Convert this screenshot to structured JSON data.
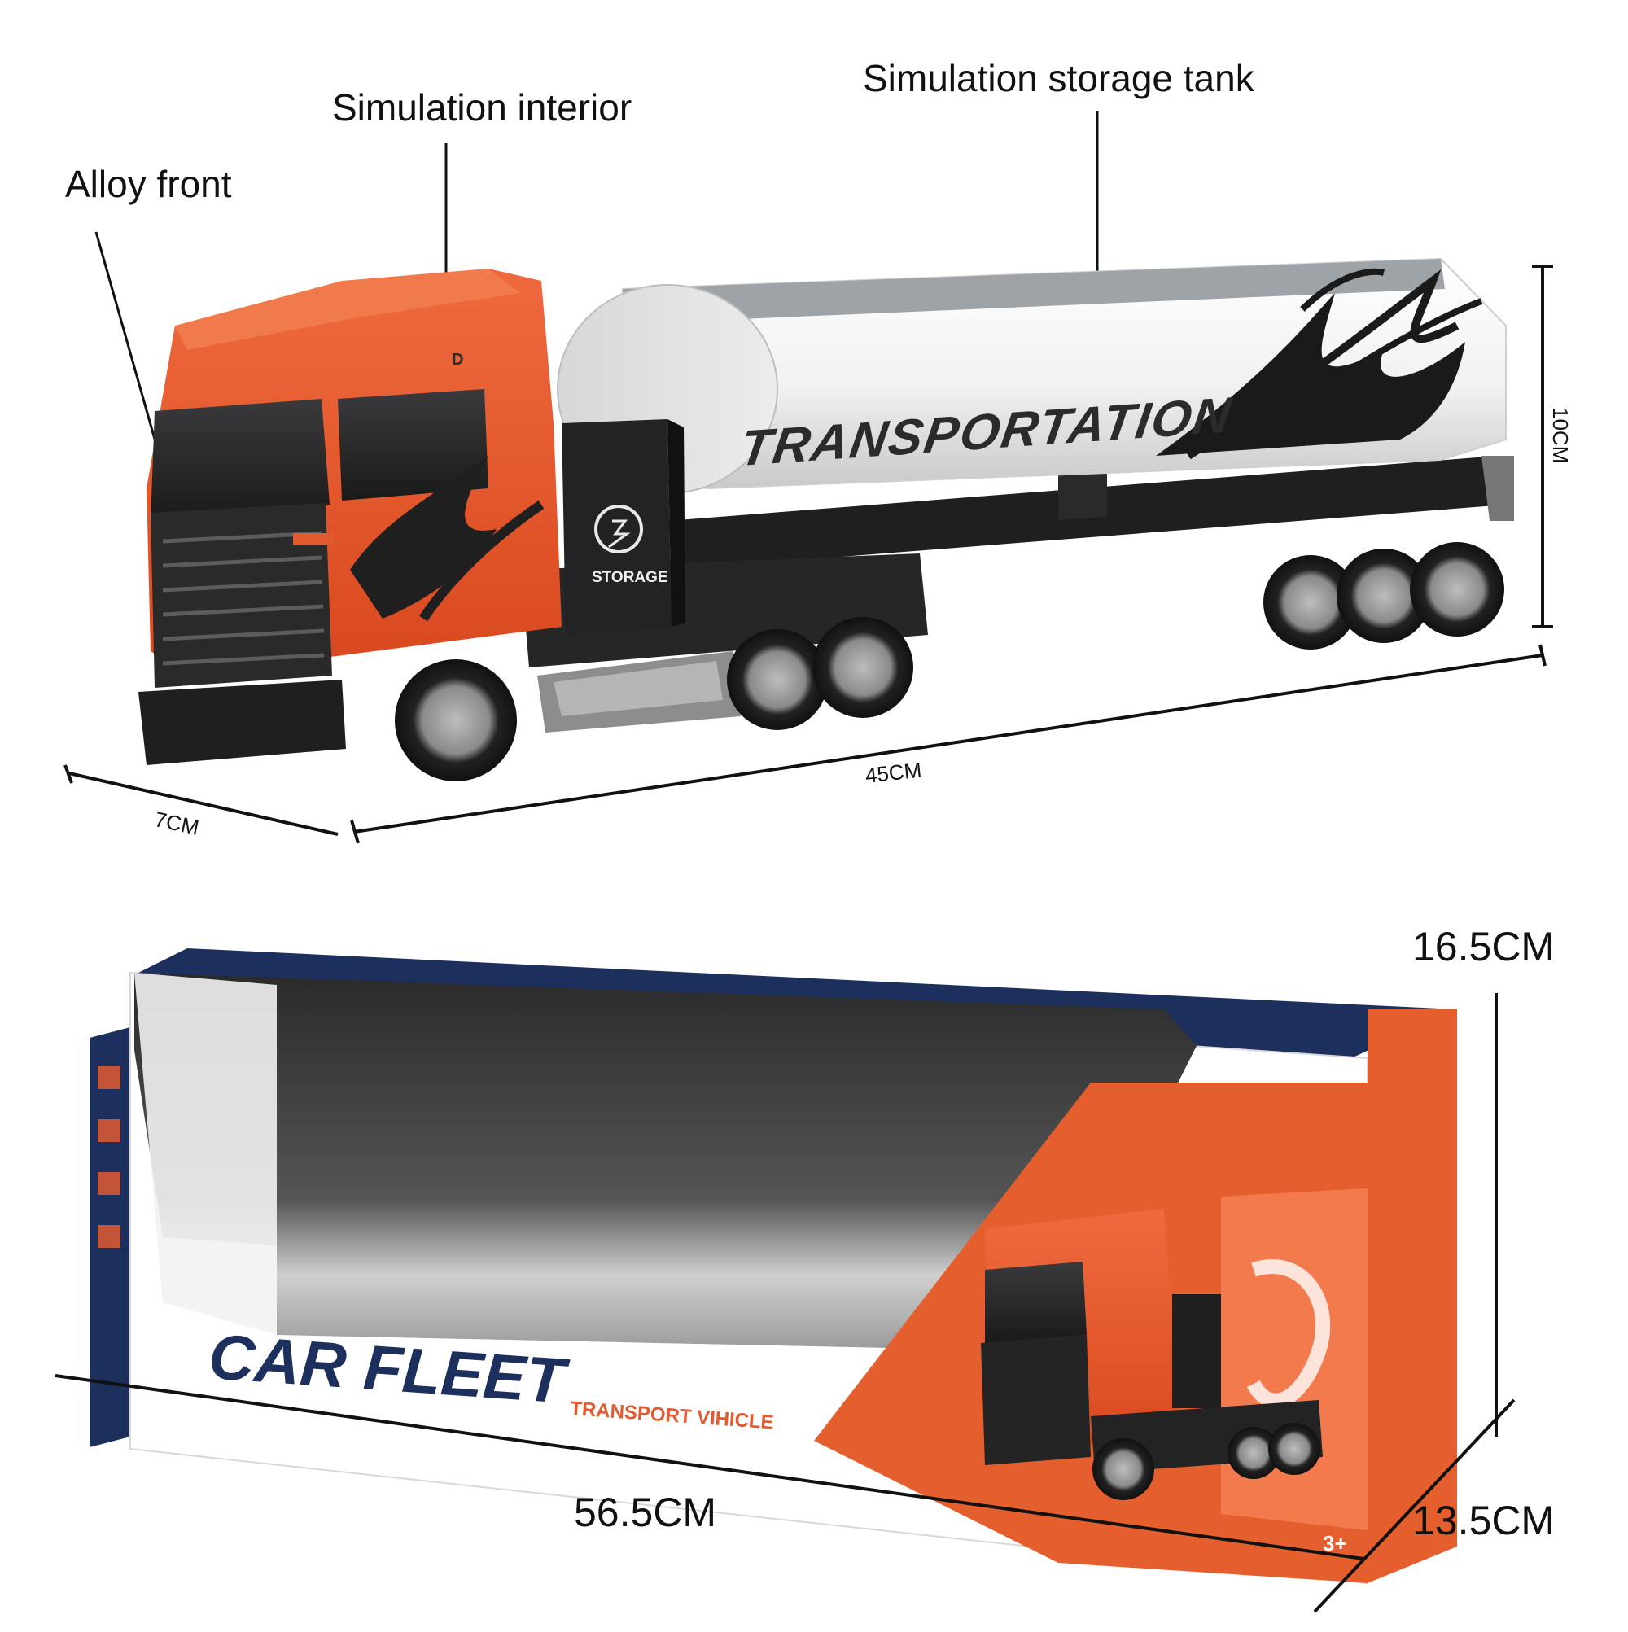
{
  "callouts": {
    "alloy_front": "Alloy front",
    "simulation_interior": "Simulation interior",
    "simulation_storage_tank": "Simulation storage tank"
  },
  "truck": {
    "tank_lettering": "TRANSPORTATION",
    "side_box_text": "STORAGE",
    "cab_badge": "D"
  },
  "dimensions": {
    "truck_length": "45CM",
    "truck_width": "7CM",
    "truck_height": "10CM",
    "box_length": "56.5CM",
    "box_height": "16.5CM",
    "box_depth": "13.5CM"
  },
  "package": {
    "brand_title": "CAR FLEET",
    "subtitle": "TRANSPORT VIHICLE",
    "age_mark": "3+"
  },
  "colors": {
    "cab_orange": "#e8552c",
    "dark": "#1d1d1f",
    "navy": "#1d2f5c",
    "tank_white": "#f4f4f4",
    "grey": "#9aa0a6"
  }
}
